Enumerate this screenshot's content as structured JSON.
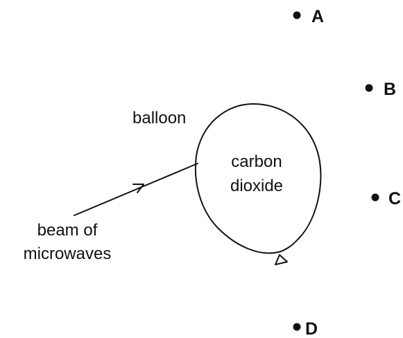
{
  "labels": {
    "balloon": "balloon",
    "gas_line1": "carbon",
    "gas_line2": "dioxide",
    "beam_line1": "beam of",
    "beam_line2": "microwaves"
  },
  "points": [
    {
      "id": "A",
      "label": "A"
    },
    {
      "id": "B",
      "label": "B"
    },
    {
      "id": "C",
      "label": "C"
    },
    {
      "id": "D",
      "label": "D"
    }
  ],
  "colors": {
    "ink": "#111111",
    "background": "#ffffff"
  }
}
